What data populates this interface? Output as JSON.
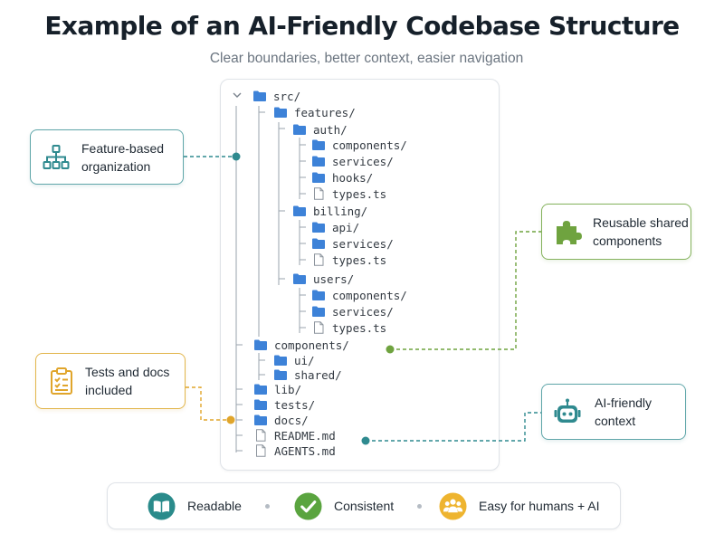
{
  "header": {
    "title": "Example of an AI-Friendly Codebase Structure",
    "subtitle": "Clear boundaries, better context, easier navigation"
  },
  "tree": [
    {
      "label": "src/",
      "kind": "folder",
      "expanded": true
    },
    {
      "label": "features/",
      "kind": "folder",
      "expanded": true
    },
    {
      "label": "auth/",
      "kind": "folder",
      "expanded": true
    },
    {
      "label": "components/",
      "kind": "folder"
    },
    {
      "label": "services/",
      "kind": "folder"
    },
    {
      "label": "hooks/",
      "kind": "folder"
    },
    {
      "label": "types.ts",
      "kind": "file"
    },
    {
      "label": "billing/",
      "kind": "folder",
      "expanded": true
    },
    {
      "label": "api/",
      "kind": "folder"
    },
    {
      "label": "services/",
      "kind": "folder"
    },
    {
      "label": "types.ts",
      "kind": "file"
    },
    {
      "label": "users/",
      "kind": "folder",
      "expanded": true
    },
    {
      "label": "components/",
      "kind": "folder"
    },
    {
      "label": "services/",
      "kind": "folder"
    },
    {
      "label": "types.ts",
      "kind": "file"
    },
    {
      "label": "components/",
      "kind": "folder",
      "expanded": true
    },
    {
      "label": "ui/",
      "kind": "folder"
    },
    {
      "label": "shared/",
      "kind": "folder"
    },
    {
      "label": "lib/",
      "kind": "folder"
    },
    {
      "label": "tests/",
      "kind": "folder"
    },
    {
      "label": "docs/",
      "kind": "folder"
    },
    {
      "label": "README.md",
      "kind": "file"
    },
    {
      "label": "AGENTS.md",
      "kind": "file"
    }
  ],
  "callouts": {
    "feature": {
      "text_1": "Feature-based",
      "text_2": "organization",
      "icon": "hierarchy-icon",
      "color": "#2f8a8f"
    },
    "reusable": {
      "text_1": "Reusable shared",
      "text_2": "components",
      "icon": "puzzle-piece-icon",
      "color": "#6fa33f"
    },
    "tests": {
      "text_1": "Tests and docs",
      "text_2": "included",
      "icon": "clipboard-checklist-icon",
      "color": "#e0a52b"
    },
    "ai": {
      "text_1": "AI-friendly",
      "text_2": "context",
      "icon": "robot-icon",
      "color": "#2f8a8f"
    }
  },
  "footer": {
    "items": [
      {
        "label": "Readable",
        "icon": "open-book-icon",
        "color": "#2a8b8b"
      },
      {
        "label": "Consistent",
        "icon": "checkmark-icon",
        "color": "#5aa43f"
      },
      {
        "label": "Easy for humans + AI",
        "icon": "people-icon",
        "color": "#eeb42f"
      }
    ]
  },
  "colors": {
    "folder": "#3d82d8",
    "tree_line": "#9aa3ad",
    "teal_accent": "#2f8a8f",
    "green_accent": "#6fa33f",
    "yellow_accent": "#e0a52b"
  }
}
